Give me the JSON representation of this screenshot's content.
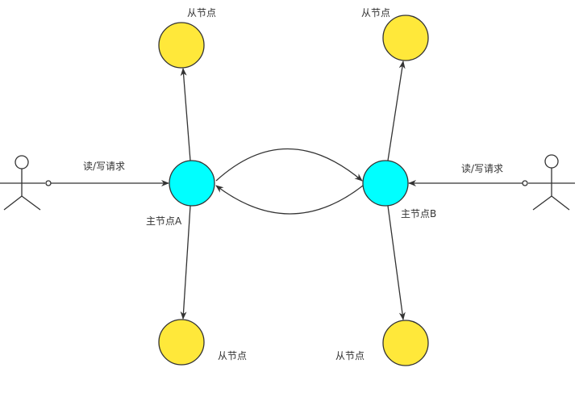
{
  "colors": {
    "master": "#00FFFF",
    "slave": "#FFE83A",
    "stroke": "#333333"
  },
  "labels": {
    "request_left": "读/写请求",
    "request_right": "读/写请求",
    "master_a": "主节点A",
    "master_b": "主节点B",
    "slave_a_top": "从节点",
    "slave_b_top": "从节点",
    "slave_a_bottom": "从节点",
    "slave_b_bottom": "从节点"
  }
}
